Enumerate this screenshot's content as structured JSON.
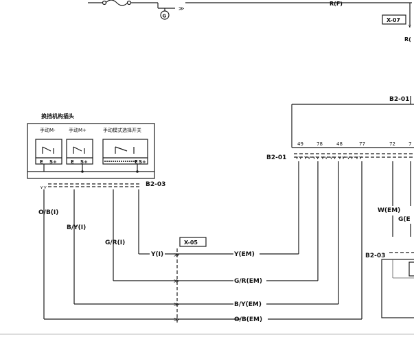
{
  "top": {
    "wire_label": "R(F)",
    "ground_label": "G",
    "connector_x07": "X-07",
    "connector_x07_wire": "R("
  },
  "shifter": {
    "title": "换挡机构插头",
    "switch1_label": "手动M-",
    "switch2_label": "手动M+",
    "switch3_label": "手动模式选择开关",
    "pin_e1": "E",
    "pin_s1": "S+",
    "pin_e2": "E",
    "pin_s2": "S+",
    "pin_e3": "E",
    "pin_s3": "S+",
    "connector": "B2-03"
  },
  "ecu": {
    "connector_top": "B2-01",
    "connector_left": "B2-01",
    "pins": [
      "49",
      "78",
      "48",
      "77",
      "72",
      "7"
    ],
    "connector_bottom": "B2-03"
  },
  "wires": {
    "obi": "O/B(I)",
    "byi": "B/Y(I)",
    "gri": "G/R(I)",
    "yi": "Y(I)",
    "x05": "X-05",
    "yem": "Y(EM)",
    "grem": "G/R(EM)",
    "byem": "B/Y(EM)",
    "obem": "O/B(EM)",
    "wem": "W(EM)",
    "gem": "G(E"
  }
}
